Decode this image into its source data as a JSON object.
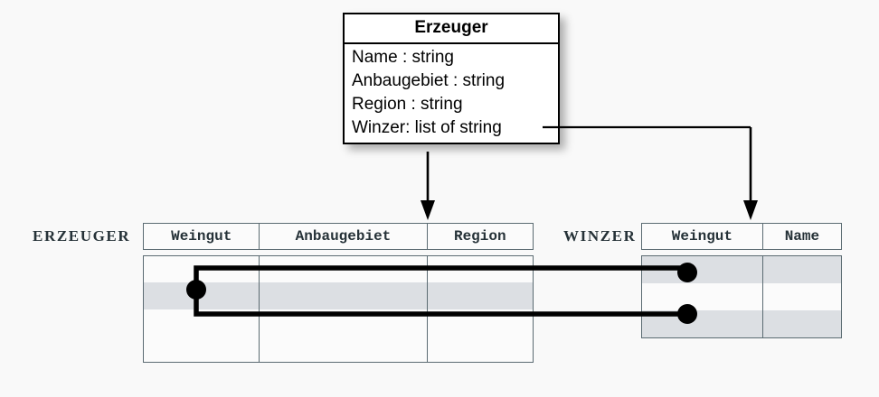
{
  "uml_class": {
    "title": "Erzeuger",
    "attributes": [
      "Name : string",
      "Anbaugebiet : string",
      "Region : string",
      "Winzer: list of string"
    ]
  },
  "tables": [
    {
      "name": "ERZEUGER",
      "columns": [
        "Weingut",
        "Anbaugebiet",
        "Region"
      ],
      "row_count": 4,
      "shaded_rows": [
        2
      ],
      "rows": [
        [
          "",
          "",
          ""
        ],
        [
          "",
          "",
          ""
        ],
        [
          "",
          "",
          ""
        ],
        [
          "",
          "",
          ""
        ]
      ]
    },
    {
      "name": "WINZER",
      "columns": [
        "Weingut",
        "Name"
      ],
      "row_count": 3,
      "shaded_rows": [
        1,
        3
      ],
      "rows": [
        [
          "",
          ""
        ],
        [
          "",
          ""
        ],
        [
          "",
          ""
        ]
      ]
    }
  ],
  "connectors": {
    "arrow_to_erzeuger": "Erzeuger class maps to ERZEUGER table",
    "arrow_to_winzer": "Winzer list attribute maps to WINZER table Weingut column",
    "link_label": "foreign-key join on Weingut"
  },
  "colors": {
    "row_shade": "#dcdfe3",
    "table_border": "#5b6b72",
    "line": "#000000",
    "background": "#f9f9f9"
  }
}
